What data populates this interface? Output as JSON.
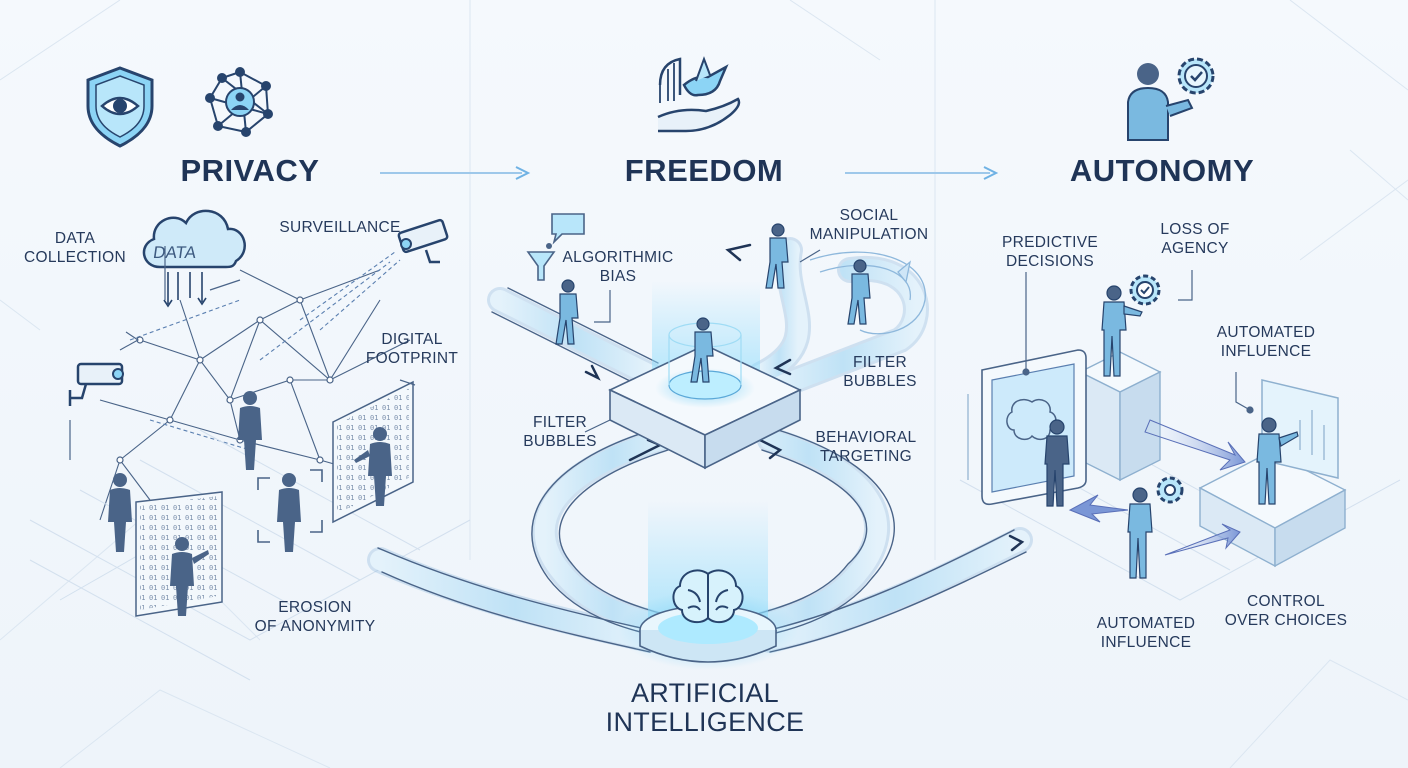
{
  "sections": {
    "privacy": {
      "title": "PRIVACY",
      "cloud_text": "DATA",
      "labels": {
        "data_collection": "DATA\nCOLLECTION",
        "surveillance": "SURVEILLANCE",
        "digital_footprint": "DIGITAL\nFOOTPRINT",
        "erosion": "EROSION\nOF ANONYMITY"
      }
    },
    "freedom": {
      "title": "FREEDOM",
      "labels": {
        "algorithmic_bias": "ALGORITHMIC\nBIAS",
        "social_manipulation": "SOCIAL\nMANIPULATION",
        "filter_bubbles_right": "FILTER\nBUBBLES",
        "filter_bubbles_left": "FILTER\nBUBBLES",
        "behavioral_targeting": "BEHAVIORAL\nTARGETING"
      }
    },
    "autonomy": {
      "title": "AUTONOMY",
      "labels": {
        "predictive_decisions": "PREDICTIVE\nDECISIONS",
        "loss_of_agency": "LOSS OF\nAGENCY",
        "automated_influence_top": "AUTOMATED\nINFLUENCE",
        "automated_influence_bottom": "AUTOMATED\nINFLUENCE",
        "control_over_choices": "CONTROL\nOVER CHOICES"
      }
    }
  },
  "center": {
    "title": "ARTIFICIAL\nINTELLIGENCE"
  },
  "colors": {
    "title": "#1f3456",
    "line": "#3d5a80",
    "accent": "#4aa8e0",
    "glow": "#7fd3f5",
    "figure": "#4a6488",
    "pipe": "#cfe6f7"
  },
  "icons": [
    "shield-eye-icon",
    "network-person-icon",
    "dove-hand-icon",
    "person-gear-icon",
    "cloud-icon",
    "camera-icon",
    "brain-icon"
  ]
}
